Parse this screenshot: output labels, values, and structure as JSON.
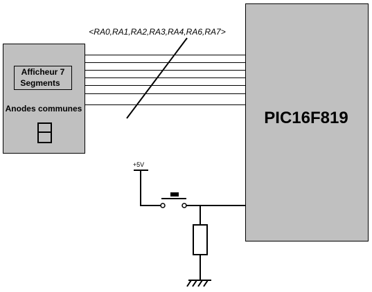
{
  "bus": {
    "label": "<RA0,RA1,RA2,RA3,RA4,RA6,RA7>",
    "line_count": 7
  },
  "display": {
    "title_line1": "Afficheur 7",
    "title_line2": "Segments",
    "subtitle": "Anodes communes",
    "digit_icon": "seven-segment-digit-icon"
  },
  "mcu": {
    "label": "PIC16F819"
  },
  "supply": {
    "label": "+5V"
  },
  "components": {
    "switch_icon": "push-button-icon",
    "resistor_icon": "resistor-icon",
    "ground_icon": "ground-icon"
  },
  "colors": {
    "block_fill": "#c0c0c0",
    "line": "#000000",
    "background": "#ffffff"
  }
}
